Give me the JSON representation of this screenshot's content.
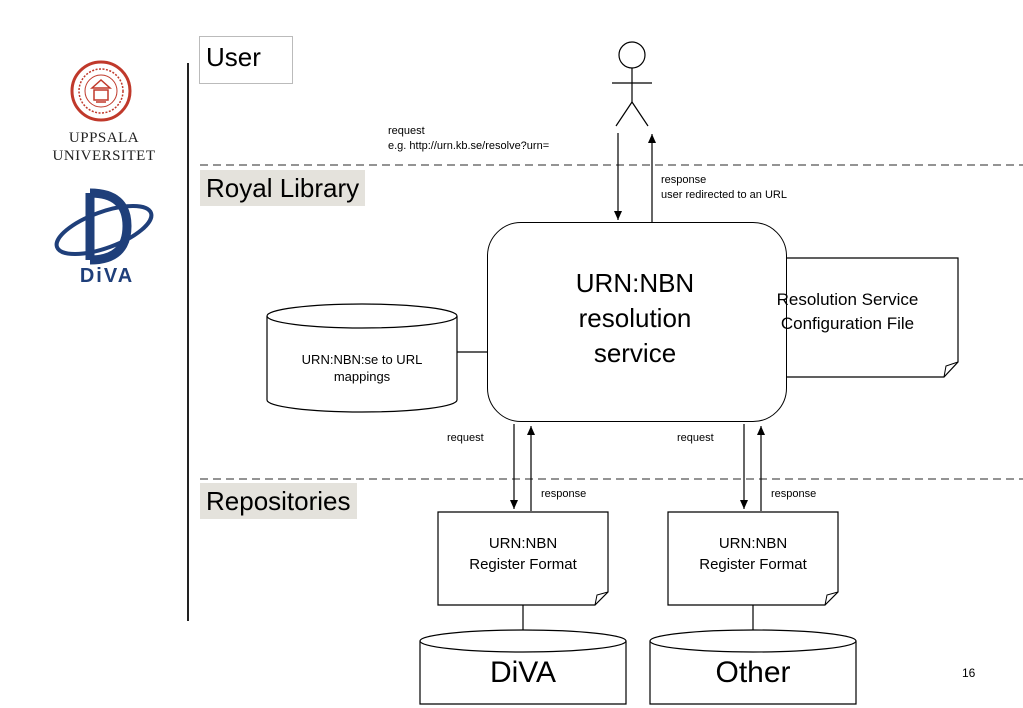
{
  "university": {
    "line1": "UPPSALA",
    "line2": "UNIVERSITET"
  },
  "diva_logo_text": "DiVA",
  "layers": {
    "user": "User",
    "royal_library": "Royal Library",
    "repositories": "Repositories"
  },
  "user_request": {
    "line1": "request",
    "line2": "e.g. http://urn.kb.se/resolve?urn="
  },
  "user_response": {
    "line1": "response",
    "line2": "user redirected to an URL"
  },
  "service": {
    "line1": "URN:NBN",
    "line2": "resolution",
    "line3": "service"
  },
  "config_file": {
    "line1": "Resolution Service",
    "line2": "Configuration File"
  },
  "mappings": {
    "line1": "URN:NBN:se to URL",
    "line2": "mappings"
  },
  "repo_left": {
    "request": "request",
    "response": "response",
    "format_line1": "URN:NBN",
    "format_line2": "Register Format",
    "db": "DiVA"
  },
  "repo_right": {
    "request": "request",
    "response": "response",
    "format_line1": "URN:NBN",
    "format_line2": "Register Format",
    "db": "Other"
  },
  "page_number": "16",
  "colors": {
    "seal": "#c0392b",
    "diva_blue": "#1f3f7a",
    "layer_bg": "#e4e2dc"
  }
}
